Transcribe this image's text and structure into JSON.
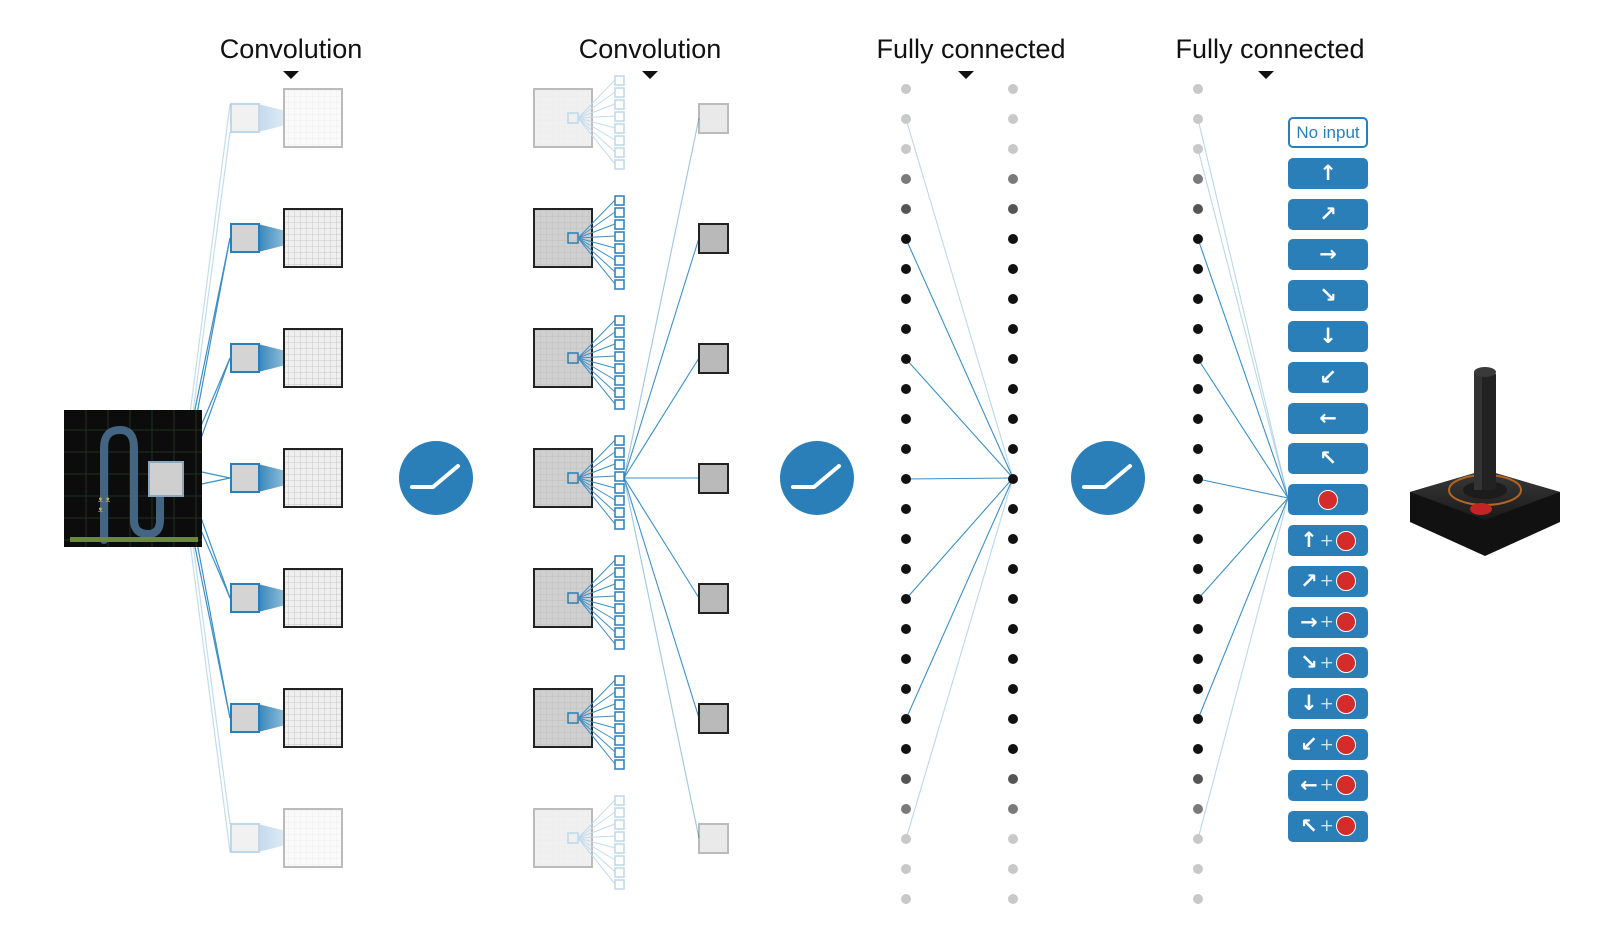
{
  "titles": {
    "conv1": "Convolution",
    "conv2": "Convolution",
    "fc1": "Fully connected",
    "fc2": "Fully connected"
  },
  "actions": [
    {
      "label": "No input",
      "arrow": "",
      "fire": false
    },
    {
      "arrow": "↑",
      "fire": false
    },
    {
      "arrow": "↗",
      "fire": false
    },
    {
      "arrow": "→",
      "fire": false
    },
    {
      "arrow": "↘",
      "fire": false
    },
    {
      "arrow": "↓",
      "fire": false
    },
    {
      "arrow": "↙",
      "fire": false
    },
    {
      "arrow": "←",
      "fire": false
    },
    {
      "arrow": "↖",
      "fire": false
    },
    {
      "arrow": "",
      "fire": true
    },
    {
      "arrow": "↑",
      "plus": "+",
      "fire": true
    },
    {
      "arrow": "↗",
      "plus": "+",
      "fire": true
    },
    {
      "arrow": "→",
      "plus": "+",
      "fire": true
    },
    {
      "arrow": "↘",
      "plus": "+",
      "fire": true
    },
    {
      "arrow": "↓",
      "plus": "+",
      "fire": true
    },
    {
      "arrow": "↙",
      "plus": "+",
      "fire": true
    },
    {
      "arrow": "←",
      "plus": "+",
      "fire": true
    },
    {
      "arrow": "↖",
      "plus": "+",
      "fire": true
    }
  ],
  "icons": {
    "relu": "relu-activation-icon",
    "joystick": "joystick-icon",
    "game_frame": "game-screen-icon"
  },
  "colors": {
    "accent": "#2a7fb8",
    "line": "#3d8fc4",
    "fire": "#d42b2b",
    "node": "#111111",
    "node_faded": "#c8c8c8"
  }
}
